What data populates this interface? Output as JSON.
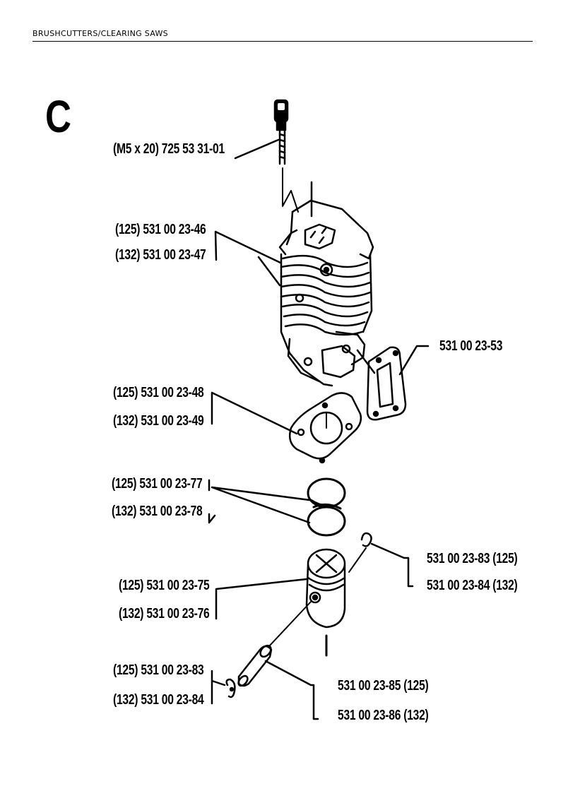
{
  "header": {
    "section_title": "BRUSHCUTTERS/CLEARING SAWS"
  },
  "section_letter": "C",
  "parts": {
    "screw": "(M5 x 20) 725 53 31-01",
    "cylinder_125": "(125) 531 00 23-46",
    "cylinder_132": "(132) 531 00 23-47",
    "exhaust_gasket": "531 00 23-53",
    "base_gasket_125": "(125) 531 00 23-48",
    "base_gasket_132": "(132) 531 00 23-49",
    "rings_125": "(125) 531 00 23-77",
    "rings_132": "(132) 531 00 23-78",
    "circlip_right_125": "531 00 23-83 (125)",
    "circlip_right_132": "531 00 23-84 (132)",
    "piston_125": "(125) 531 00 23-75",
    "piston_132": "(132) 531 00 23-76",
    "circlip_left_125": "(125) 531 00 23-83",
    "circlip_left_132": "(132) 531 00 23-84",
    "pin_125": "531 00 23-85 (125)",
    "pin_132": "531 00 23-86 (132)"
  }
}
